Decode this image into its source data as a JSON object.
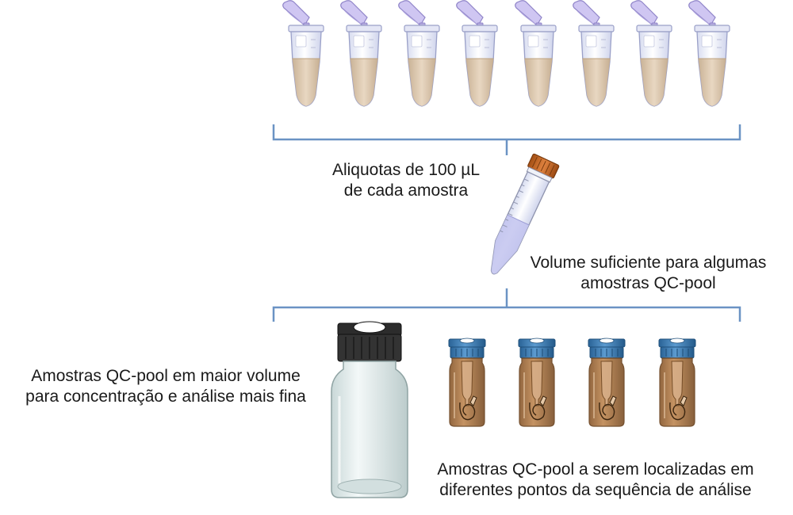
{
  "labels": {
    "aliquots": [
      "Aliquotas de 100 µL",
      "de cada amostra"
    ],
    "pool_volume": [
      "Volume suficiente para algumas",
      "amostras QC-pool"
    ],
    "large_vial": [
      "Amostras QC-pool em maior volume",
      "para concentração e análise mais fina"
    ],
    "small_vials": [
      "Amostras QC-pool a serem localizadas em",
      "diferentes pontos da sequência de análise"
    ]
  },
  "counts": {
    "microtubes": 8,
    "amber_vials": 4
  },
  "colors": {
    "bracket": "#6b93c4",
    "sample_liquid": "#d9c3a6",
    "tube_lid": "#c9c0ee",
    "falcon_cap": "#c8641f",
    "falcon_liquid": "#c2c3ee",
    "vial_cap_black": "#2c2c2c",
    "vial_glass": "#dfeaea",
    "amber_glass": "#a97442",
    "amber_cap": "#3b7fb6"
  },
  "icons": [
    "microtube-icon",
    "falcon-tube-icon",
    "clear-vial-icon",
    "amber-vial-icon"
  ]
}
